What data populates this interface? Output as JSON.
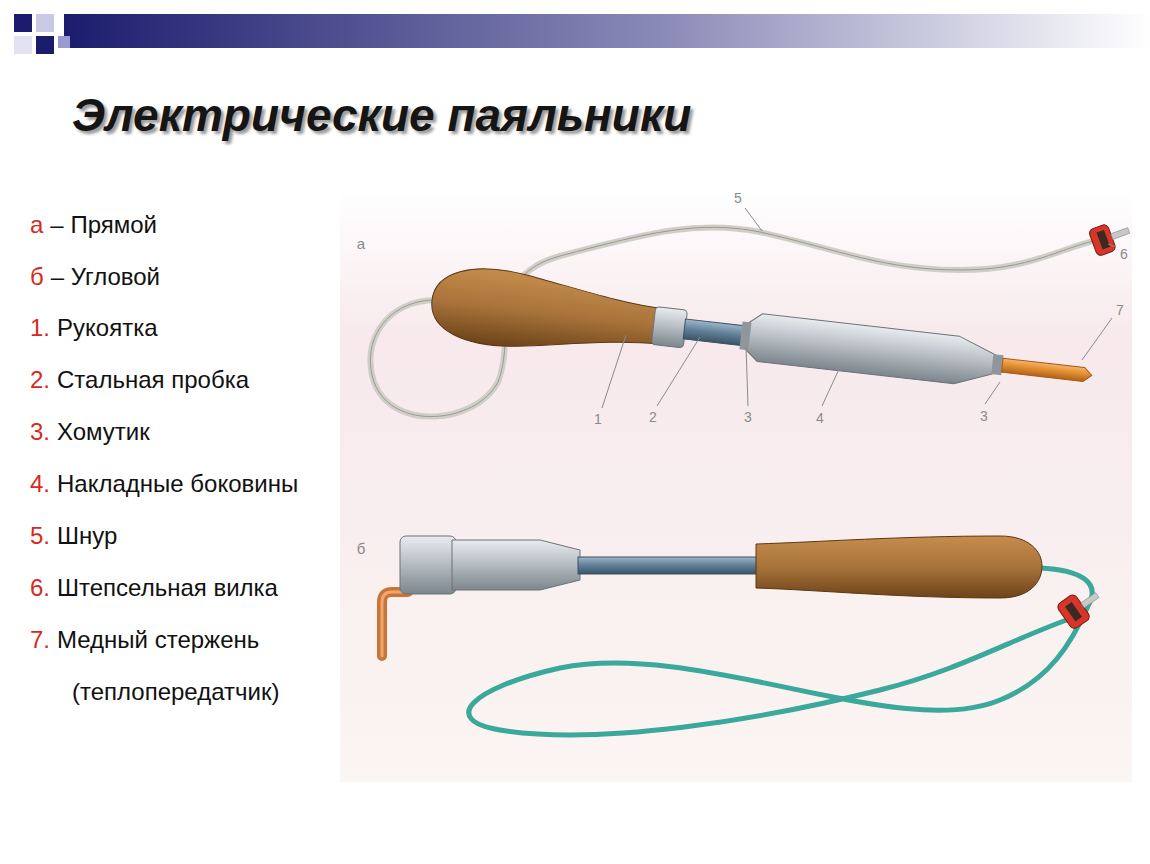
{
  "diagram": {
    "title": "Электрические паяльники",
    "labels": [
      "а",
      "– Прямой",
      "б",
      "– Угловой",
      "1.",
      "Рукоятка",
      "2.",
      "Стальная пробка",
      "3.",
      "Хомутик",
      "4.",
      "Накладные боковины",
      "5.",
      "Шнур",
      "6.",
      "Штепсельная вилка",
      "7.",
      "Медный стержень",
      "(теплопередатчик)",
      "а",
      "5",
      "6",
      "7",
      "1",
      "2",
      "3",
      "4",
      "3",
      "б"
    ]
  }
}
